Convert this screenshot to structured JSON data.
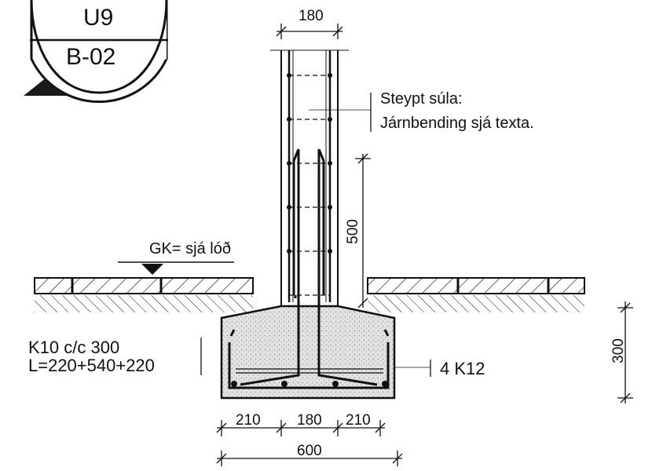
{
  "title_block": {
    "top": "U9",
    "bottom": "B-02"
  },
  "column_note": {
    "line1": "Steypt súla:",
    "line2": "Járnbending sjá texta."
  },
  "ground_label": "GK= sjá lóð",
  "stirrup_note": {
    "line1": "K10 c/c 300",
    "line2": "L=220+540+220"
  },
  "bottom_bars_label": "4 K12",
  "dimensions": {
    "column_width": "180",
    "starter_length": "500",
    "footing_height": "300",
    "left_part": "210",
    "middle_part": "180",
    "right_part": "210",
    "footing_width": "600"
  },
  "colors": {
    "ink": "#111111",
    "concrete": "#dcdcdc",
    "paper": "#ffffff"
  }
}
